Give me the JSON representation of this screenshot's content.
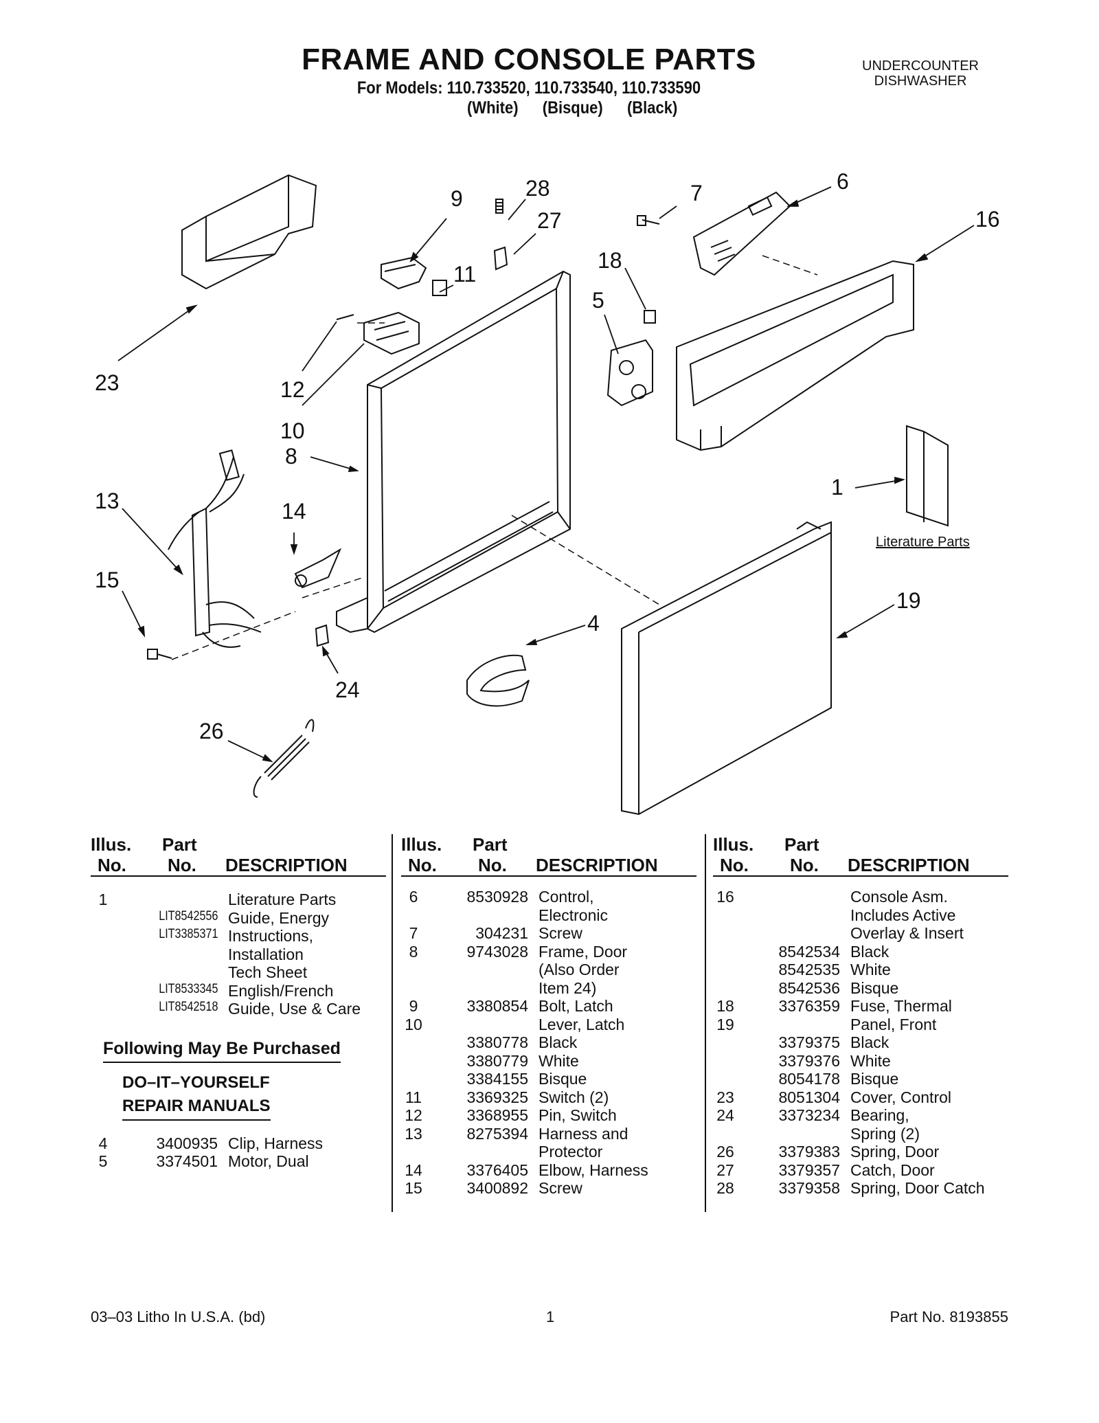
{
  "header": {
    "title": "FRAME AND CONSOLE PARTS",
    "models": "For Models: 110.733520, 110.733540, 110.733590",
    "colors": [
      "(White)",
      "(Bisque)",
      "(Black)"
    ],
    "appliance_line1": "UNDERCOUNTER",
    "appliance_line2": "DISHWASHER"
  },
  "diagram": {
    "callouts": [
      "9",
      "28",
      "27",
      "7",
      "6",
      "16",
      "11",
      "18",
      "5",
      "23",
      "12",
      "10",
      "8",
      "1",
      "13",
      "14",
      "15",
      "19",
      "4",
      "24",
      "26"
    ],
    "literature_label": "Literature Parts"
  },
  "table": {
    "headers": {
      "illus_top": "Illus.",
      "illus_bottom": "No.",
      "part_top": "Part",
      "part_bottom": "No.",
      "description": "DESCRIPTION"
    },
    "col1": [
      {
        "illus": "1",
        "part": "",
        "desc": "Literature Parts"
      },
      {
        "illus": "",
        "part": "LIT8542556",
        "desc": "Guide, Energy"
      },
      {
        "illus": "",
        "part": "LIT3385371",
        "desc": "Instructions,"
      },
      {
        "illus": "",
        "part": "",
        "desc": "Installation"
      },
      {
        "illus": "",
        "part": "",
        "desc": "Tech Sheet"
      },
      {
        "illus": "",
        "part": "LIT8533345",
        "desc": "English/French"
      },
      {
        "illus": "",
        "part": "LIT8542518",
        "desc": "Guide, Use & Care"
      }
    ],
    "purchase_heading": "Following May Be Purchased",
    "diy_line1": "DO–IT–YOURSELF",
    "diy_line2": "REPAIR MANUALS",
    "col1_extra": [
      {
        "illus": "4",
        "part": "3400935",
        "desc": "Clip, Harness"
      },
      {
        "illus": "5",
        "part": "3374501",
        "desc": "Motor, Dual"
      }
    ],
    "col2": [
      {
        "illus": "6",
        "part": "8530928",
        "desc": "Control,"
      },
      {
        "illus": "",
        "part": "",
        "desc": "Electronic"
      },
      {
        "illus": "7",
        "part": "304231",
        "desc": "Screw"
      },
      {
        "illus": "8",
        "part": "9743028",
        "desc": "Frame, Door"
      },
      {
        "illus": "",
        "part": "",
        "desc": "(Also Order"
      },
      {
        "illus": "",
        "part": "",
        "desc": "Item 24)"
      },
      {
        "illus": "9",
        "part": "3380854",
        "desc": "Bolt, Latch"
      },
      {
        "illus": "10",
        "part": "",
        "desc": "Lever, Latch"
      },
      {
        "illus": "",
        "part": "3380778",
        "desc": "Black"
      },
      {
        "illus": "",
        "part": "3380779",
        "desc": "White"
      },
      {
        "illus": "",
        "part": "3384155",
        "desc": "Bisque"
      },
      {
        "illus": "11",
        "part": "3369325",
        "desc": "Switch (2)"
      },
      {
        "illus": "12",
        "part": "3368955",
        "desc": "Pin, Switch"
      },
      {
        "illus": "13",
        "part": "8275394",
        "desc": "Harness and"
      },
      {
        "illus": "",
        "part": "",
        "desc": "Protector"
      },
      {
        "illus": "14",
        "part": "3376405",
        "desc": "Elbow, Harness"
      },
      {
        "illus": "15",
        "part": "3400892",
        "desc": "Screw"
      }
    ],
    "col3": [
      {
        "illus": "16",
        "part": "",
        "desc": "Console Asm."
      },
      {
        "illus": "",
        "part": "",
        "desc": "Includes Active"
      },
      {
        "illus": "",
        "part": "",
        "desc": "Overlay & Insert"
      },
      {
        "illus": "",
        "part": "8542534",
        "desc": "Black"
      },
      {
        "illus": "",
        "part": "8542535",
        "desc": "White"
      },
      {
        "illus": "",
        "part": "8542536",
        "desc": "Bisque"
      },
      {
        "illus": "18",
        "part": "3376359",
        "desc": "Fuse, Thermal"
      },
      {
        "illus": "19",
        "part": "",
        "desc": "Panel, Front"
      },
      {
        "illus": "",
        "part": "3379375",
        "desc": "Black"
      },
      {
        "illus": "",
        "part": "3379376",
        "desc": "White"
      },
      {
        "illus": "",
        "part": "8054178",
        "desc": "Bisque"
      },
      {
        "illus": "23",
        "part": "8051304",
        "desc": "Cover, Control"
      },
      {
        "illus": "24",
        "part": "3373234",
        "desc": "Bearing,"
      },
      {
        "illus": "",
        "part": "",
        "desc": "Spring (2)"
      },
      {
        "illus": "26",
        "part": "3379383",
        "desc": "Spring, Door"
      },
      {
        "illus": "27",
        "part": "3379357",
        "desc": "Catch, Door"
      },
      {
        "illus": "28",
        "part": "3379358",
        "desc": "Spring, Door Catch"
      }
    ]
  },
  "footer": {
    "left": "03–03 Litho In U.S.A. (bd)",
    "center": "1",
    "right": "Part No. 8193855"
  }
}
